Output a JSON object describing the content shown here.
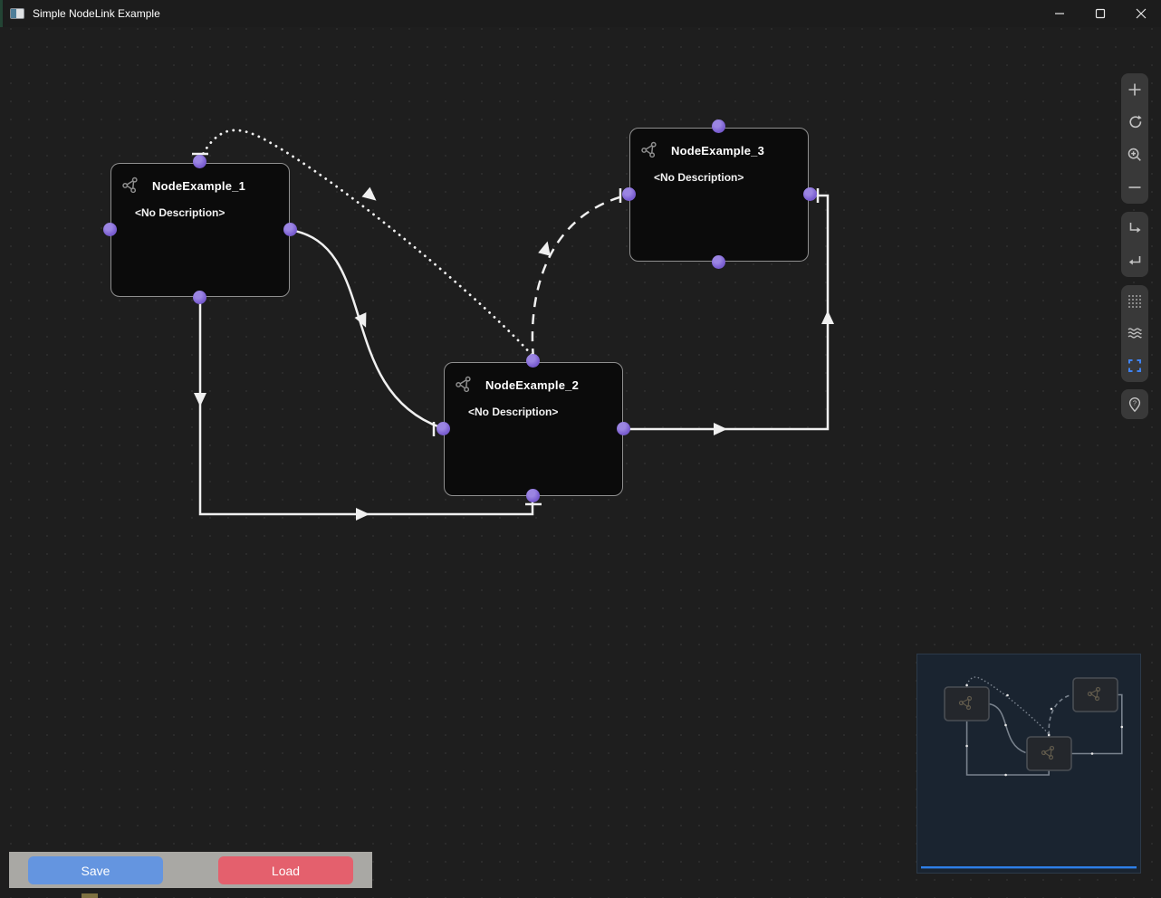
{
  "window": {
    "title": "Simple NodeLink Example",
    "controls": {
      "minimize": "minimize",
      "maximize": "maximize",
      "close": "close"
    }
  },
  "nodes": [
    {
      "title": "NodeExample_1",
      "description": "<No Description>"
    },
    {
      "title": "NodeExample_2",
      "description": "<No Description>"
    },
    {
      "title": "NodeExample_3",
      "description": "<No Description>"
    }
  ],
  "links": [
    {
      "from": "NodeExample_1.top",
      "to": "NodeExample_2.top",
      "style": "dotted"
    },
    {
      "from": "NodeExample_1.right",
      "to": "NodeExample_2.left",
      "style": "solid-curve"
    },
    {
      "from": "NodeExample_2.top",
      "to": "NodeExample_3.left",
      "style": "dashed"
    },
    {
      "from": "NodeExample_2.right",
      "to": "NodeExample_3.right",
      "style": "solid-orthogonal"
    },
    {
      "from": "NodeExample_1.bottom",
      "to": "NodeExample_2.bottom",
      "style": "solid-orthogonal"
    }
  ],
  "toolbar": {
    "groups": [
      {
        "items": [
          "add",
          "rotate-clockwise",
          "zoom-in",
          "remove"
        ]
      },
      {
        "items": [
          "arrow-turn-right",
          "return"
        ]
      },
      {
        "items": [
          "dot-grid",
          "waves",
          "fit-selection"
        ]
      },
      {
        "items": [
          "pin-help"
        ]
      }
    ]
  },
  "actions": {
    "save_label": "Save",
    "load_label": "Load"
  },
  "minimap": {
    "nodes": 3,
    "viewport_line": "bottom"
  },
  "colors": {
    "background": "#1e1e1e",
    "grid_dot": "#2b2b2b",
    "node_fill": "#0b0b0b",
    "node_border": "#8f8f8f",
    "connector_purple": "#7c60d2",
    "link_white": "#f0f0f0",
    "toolbar_bg": "#393939",
    "toolbar_accent_blue": "#3f83f2",
    "save_blue": "#6495e0",
    "load_red": "#e4606d",
    "minimap_bg": "#1a2430",
    "minimap_line_blue": "#2d7fe8"
  }
}
